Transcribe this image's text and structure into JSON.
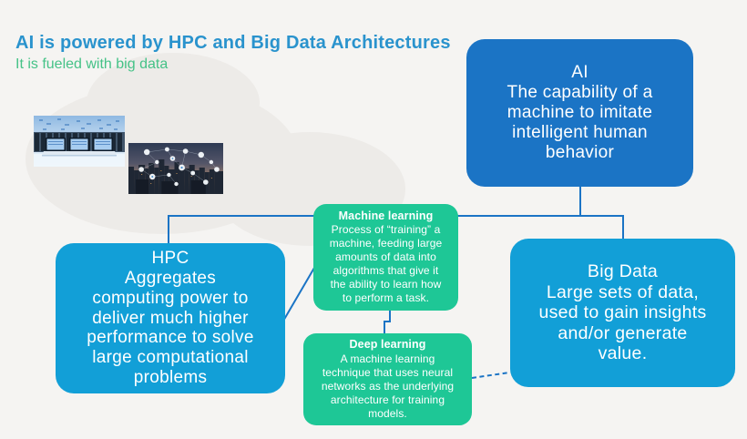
{
  "header": {
    "title": "AI is powered by HPC and Big Data Architectures",
    "subtitle": "It is fueled with big data"
  },
  "nodes": {
    "ai": {
      "title": "AI",
      "body": "The capability of a\nmachine to imitate\nintelligent human\nbehavior"
    },
    "hpc": {
      "title": "HPC",
      "body": "Aggregates\ncomputing power to\ndeliver much higher\nperformance to solve\nlarge computational\nproblems"
    },
    "big_data": {
      "title": "Big Data",
      "body": "Large sets of data,\nused to gain insights\nand/or generate\nvalue."
    },
    "machine_learning": {
      "title": "Machine learning",
      "body": "Process of “training” a\nmachine, feeding large\namounts of data into\nalgorithms that give it\nthe ability to learn how\nto perform a task."
    },
    "deep_learning": {
      "title": "Deep learning",
      "body": "A machine learning\ntechnique that uses neural\nnetworks as the underlying\narchitecture for training\nmodels."
    }
  },
  "images": {
    "server_room": "server-room photo with laptops and data overlay",
    "city_network": "city skyline at dusk with connected network nodes"
  },
  "connectors": {
    "color": "#1b74c5",
    "edges": [
      {
        "from": "ai",
        "to": "machine_learning",
        "style": "solid"
      },
      {
        "from": "ai",
        "to": "hpc",
        "style": "solid"
      },
      {
        "from": "ai",
        "to": "big_data",
        "style": "solid"
      },
      {
        "from": "hpc",
        "to": "machine_learning",
        "style": "solid"
      },
      {
        "from": "machine_learning",
        "to": "deep_learning",
        "style": "solid"
      },
      {
        "from": "deep_learning",
        "to": "big_data",
        "style": "dashed"
      }
    ]
  },
  "colors": {
    "background": "#f5f4f2",
    "title_text": "#2a93cd",
    "subtitle_text": "#45c287",
    "ai_box": "#1b74c5",
    "hpc_bigdata_box": "#129fd7",
    "ml_dl_box": "#1ec796",
    "box_text": "#ffffff"
  }
}
